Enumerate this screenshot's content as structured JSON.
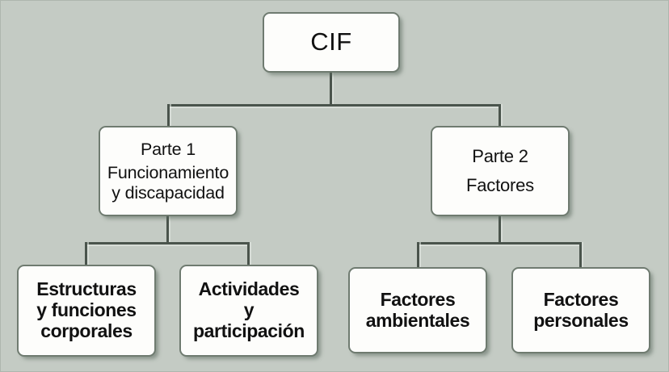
{
  "diagram": {
    "type": "hierarchy-tree",
    "title": "CIF",
    "background_color": "#c4cbc4",
    "box_fill_color": "#fdfdfb",
    "box_border_color": "#6f7b70",
    "connector_color": "#4a544c",
    "language": "es"
  },
  "nodes": {
    "root": {
      "label": "CIF"
    },
    "parte1": {
      "title": "Parte 1",
      "line1": "Funcionamiento",
      "line2": "y discapacidad"
    },
    "parte2": {
      "title": "Parte 2",
      "line1": "Factores"
    },
    "estructuras": {
      "line1": "Estructuras",
      "line2": "y funciones",
      "line3": "corporales"
    },
    "actividades": {
      "line1": "Actividades",
      "line2": "y",
      "line3": "participación"
    },
    "ambientales": {
      "line1": "Factores",
      "line2": "ambientales"
    },
    "personales": {
      "line1": "Factores",
      "line2": "personales"
    }
  }
}
